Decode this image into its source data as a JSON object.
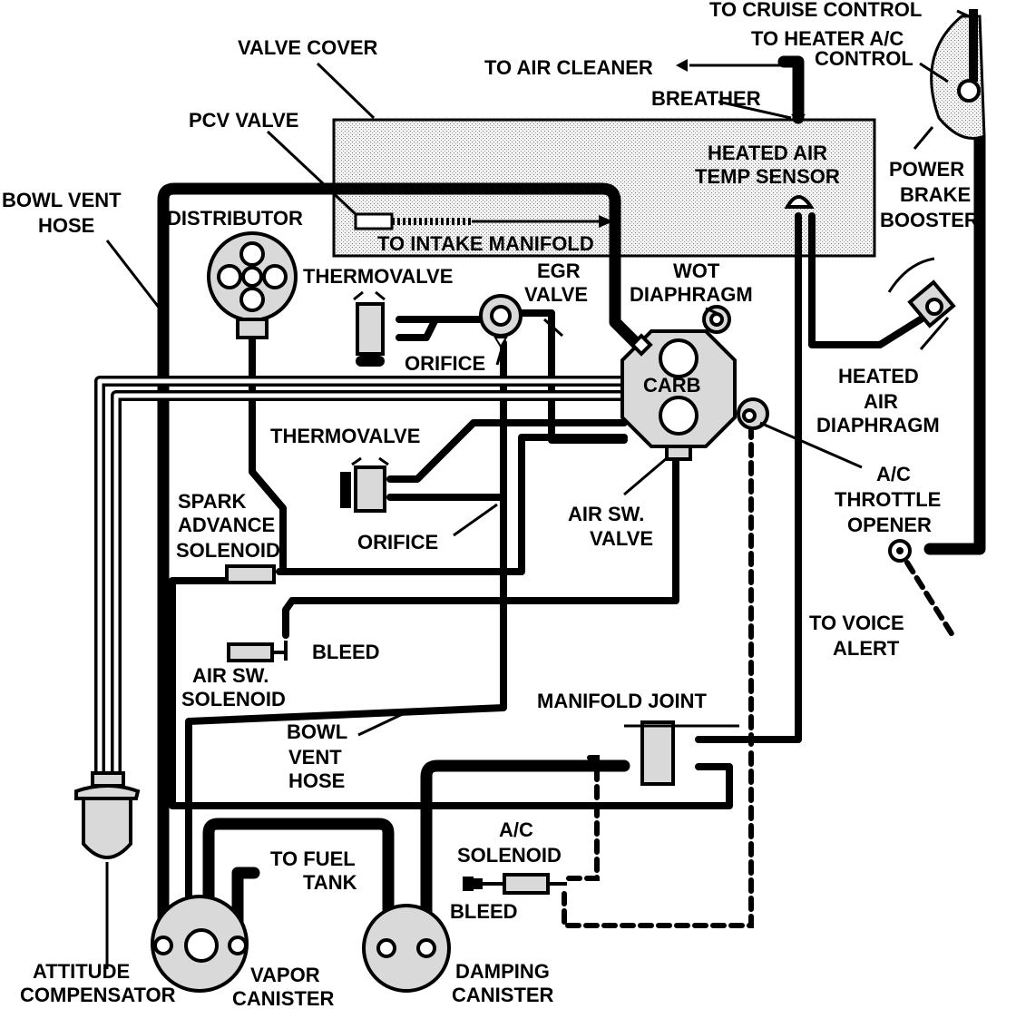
{
  "labels": {
    "valve_cover": "VALVE COVER",
    "pcv_valve": "PCV VALVE",
    "bowl_vent_hose_l1": "BOWL VENT",
    "bowl_vent_hose_l2": "HOSE",
    "distributor": "DISTRIBUTOR",
    "to_intake_manifold": "TO INTAKE MANIFOLD",
    "thermovalve_top": "THERMOVALVE",
    "egr_valve_l1": "EGR",
    "egr_valve_l2": "VALVE",
    "wot_l1": "WOT",
    "wot_l2": "DIAPHRAGM",
    "orifice_top": "ORIFICE",
    "carb": "CARB",
    "thermovalve_mid": "THERMOVALVE",
    "spark_l1": "SPARK",
    "spark_l2": "ADVANCE",
    "spark_l3": "SOLENOID",
    "orifice_mid": "ORIFICE",
    "air_sw_valve_l1": "AIR SW.",
    "air_sw_valve_l2": "VALVE",
    "bleed_top": "BLEED",
    "air_sw_solenoid_l1": "AIR SW.",
    "air_sw_solenoid_l2": "SOLENOID",
    "bowl_vent_hose2_l1": "BOWL",
    "bowl_vent_hose2_l2": "VENT",
    "bowl_vent_hose2_l3": "HOSE",
    "manifold_joint": "MANIFOLD JOINT",
    "ac_solenoid_l1": "A/C",
    "ac_solenoid_l2": "SOLENOID",
    "bleed_bottom": "BLEED",
    "to_fuel_tank_l1": "TO FUEL",
    "to_fuel_tank_l2": "TANK",
    "attitude_l1": "ATTITUDE",
    "attitude_l2": "COMPENSATOR",
    "vapor_l1": "VAPOR",
    "vapor_l2": "CANISTER",
    "damping_l1": "DAMPING",
    "damping_l2": "CANISTER",
    "to_cruise_control": "TO CRUISE CONTROL",
    "to_heater_l1": "TO HEATER A/C",
    "to_heater_l2": "CONTROL",
    "to_air_cleaner": "TO AIR CLEANER",
    "breather": "BREATHER",
    "heated_air_l1": "HEATED AIR",
    "heated_air_l2": "TEMP SENSOR",
    "power_brake_l1": "POWER",
    "power_brake_l2": "BRAKE",
    "power_brake_l3": "BOOSTER",
    "heated_diaphragm_l1": "HEATED",
    "heated_diaphragm_l2": "AIR",
    "heated_diaphragm_l3": "DIAPHRAGM",
    "ac_throttle_l1": "A/C",
    "ac_throttle_l2": "THROTTLE",
    "ac_throttle_l3": "OPENER",
    "to_voice_l1": "TO VOICE",
    "to_voice_l2": "ALERT"
  }
}
